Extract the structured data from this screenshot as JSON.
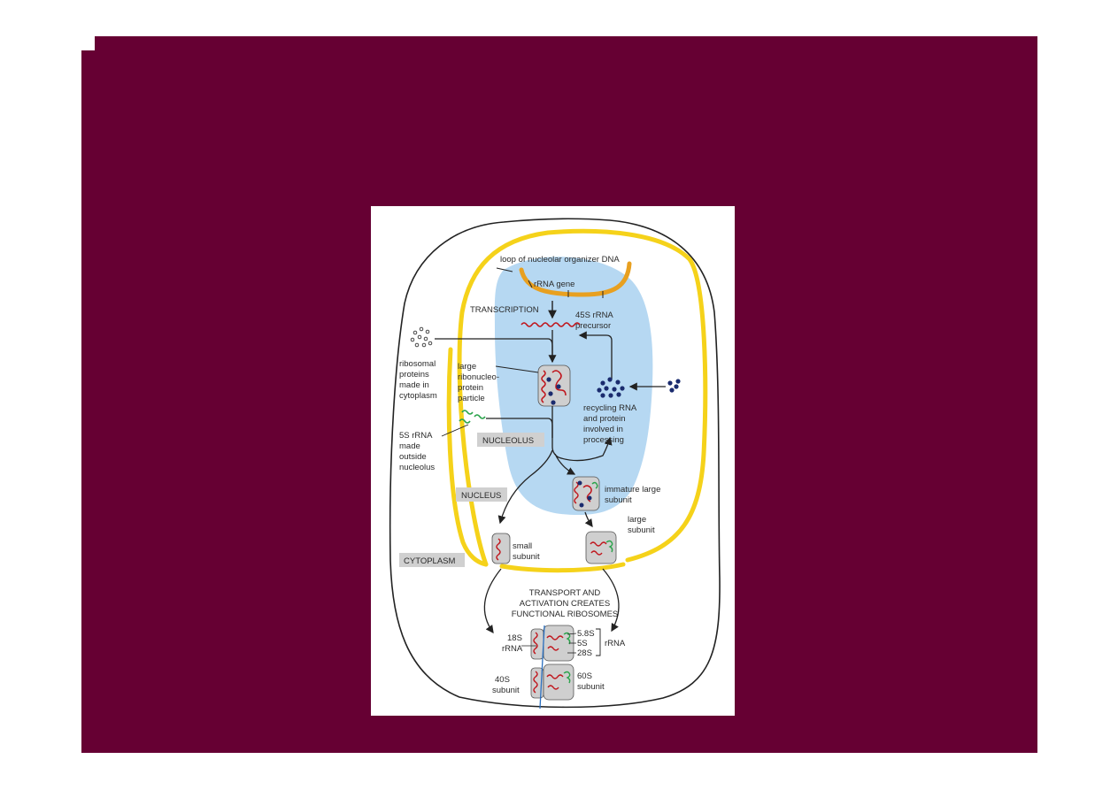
{
  "labels": {
    "loop_dna": "loop of nucleolar organizer DNA",
    "rrna_gene": "rRNA gene",
    "transcription": "TRANSCRIPTION",
    "precursor_l1": "45S rRNA",
    "precursor_l2": "precursor",
    "ribo_proteins": [
      "ribosomal",
      "proteins",
      "made in",
      "cytoplasm"
    ],
    "large_rnp": [
      "large",
      "ribonucleo-",
      "protein",
      "particle"
    ],
    "recycling": [
      "recycling RNA",
      "and protein",
      "involved in",
      "processing"
    ],
    "five_s": [
      "5S rRNA",
      "made",
      "outside",
      "nucleolus"
    ],
    "nucleolus": "NUCLEOLUS",
    "nucleus": "NUCLEUS",
    "cytoplasm": "CYTOPLASM",
    "immature": [
      "immature large",
      "subunit"
    ],
    "large_subunit": [
      "large",
      "subunit"
    ],
    "small_subunit": [
      "small",
      "subunit"
    ],
    "transport": [
      "TRANSPORT AND",
      "ACTIVATION CREATES",
      "FUNCTIONAL RIBOSOMES"
    ],
    "s18": [
      "18S",
      "rRNA"
    ],
    "s58": "5.8S",
    "s5": "5S",
    "s28": "28S",
    "rrna": "rRNA",
    "s40": [
      "40S",
      "subunit"
    ],
    "s60": [
      "60S",
      "subunit"
    ]
  },
  "colors": {
    "slide_background": "#660033",
    "nucleolus_fill": "#b6d8f2",
    "membrane_yellow": "#f5d21a",
    "dna_orange": "#e8a020",
    "rna_red": "#c0151c",
    "protein_navy": "#1a2b6e",
    "five_s_green": "#2aa34a",
    "box_gray": "#cfcfcf"
  },
  "icons": [
    "ribosomal-protein-dots-icon",
    "5s-rrna-squiggle-icon",
    "rrna-wave-icon"
  ]
}
